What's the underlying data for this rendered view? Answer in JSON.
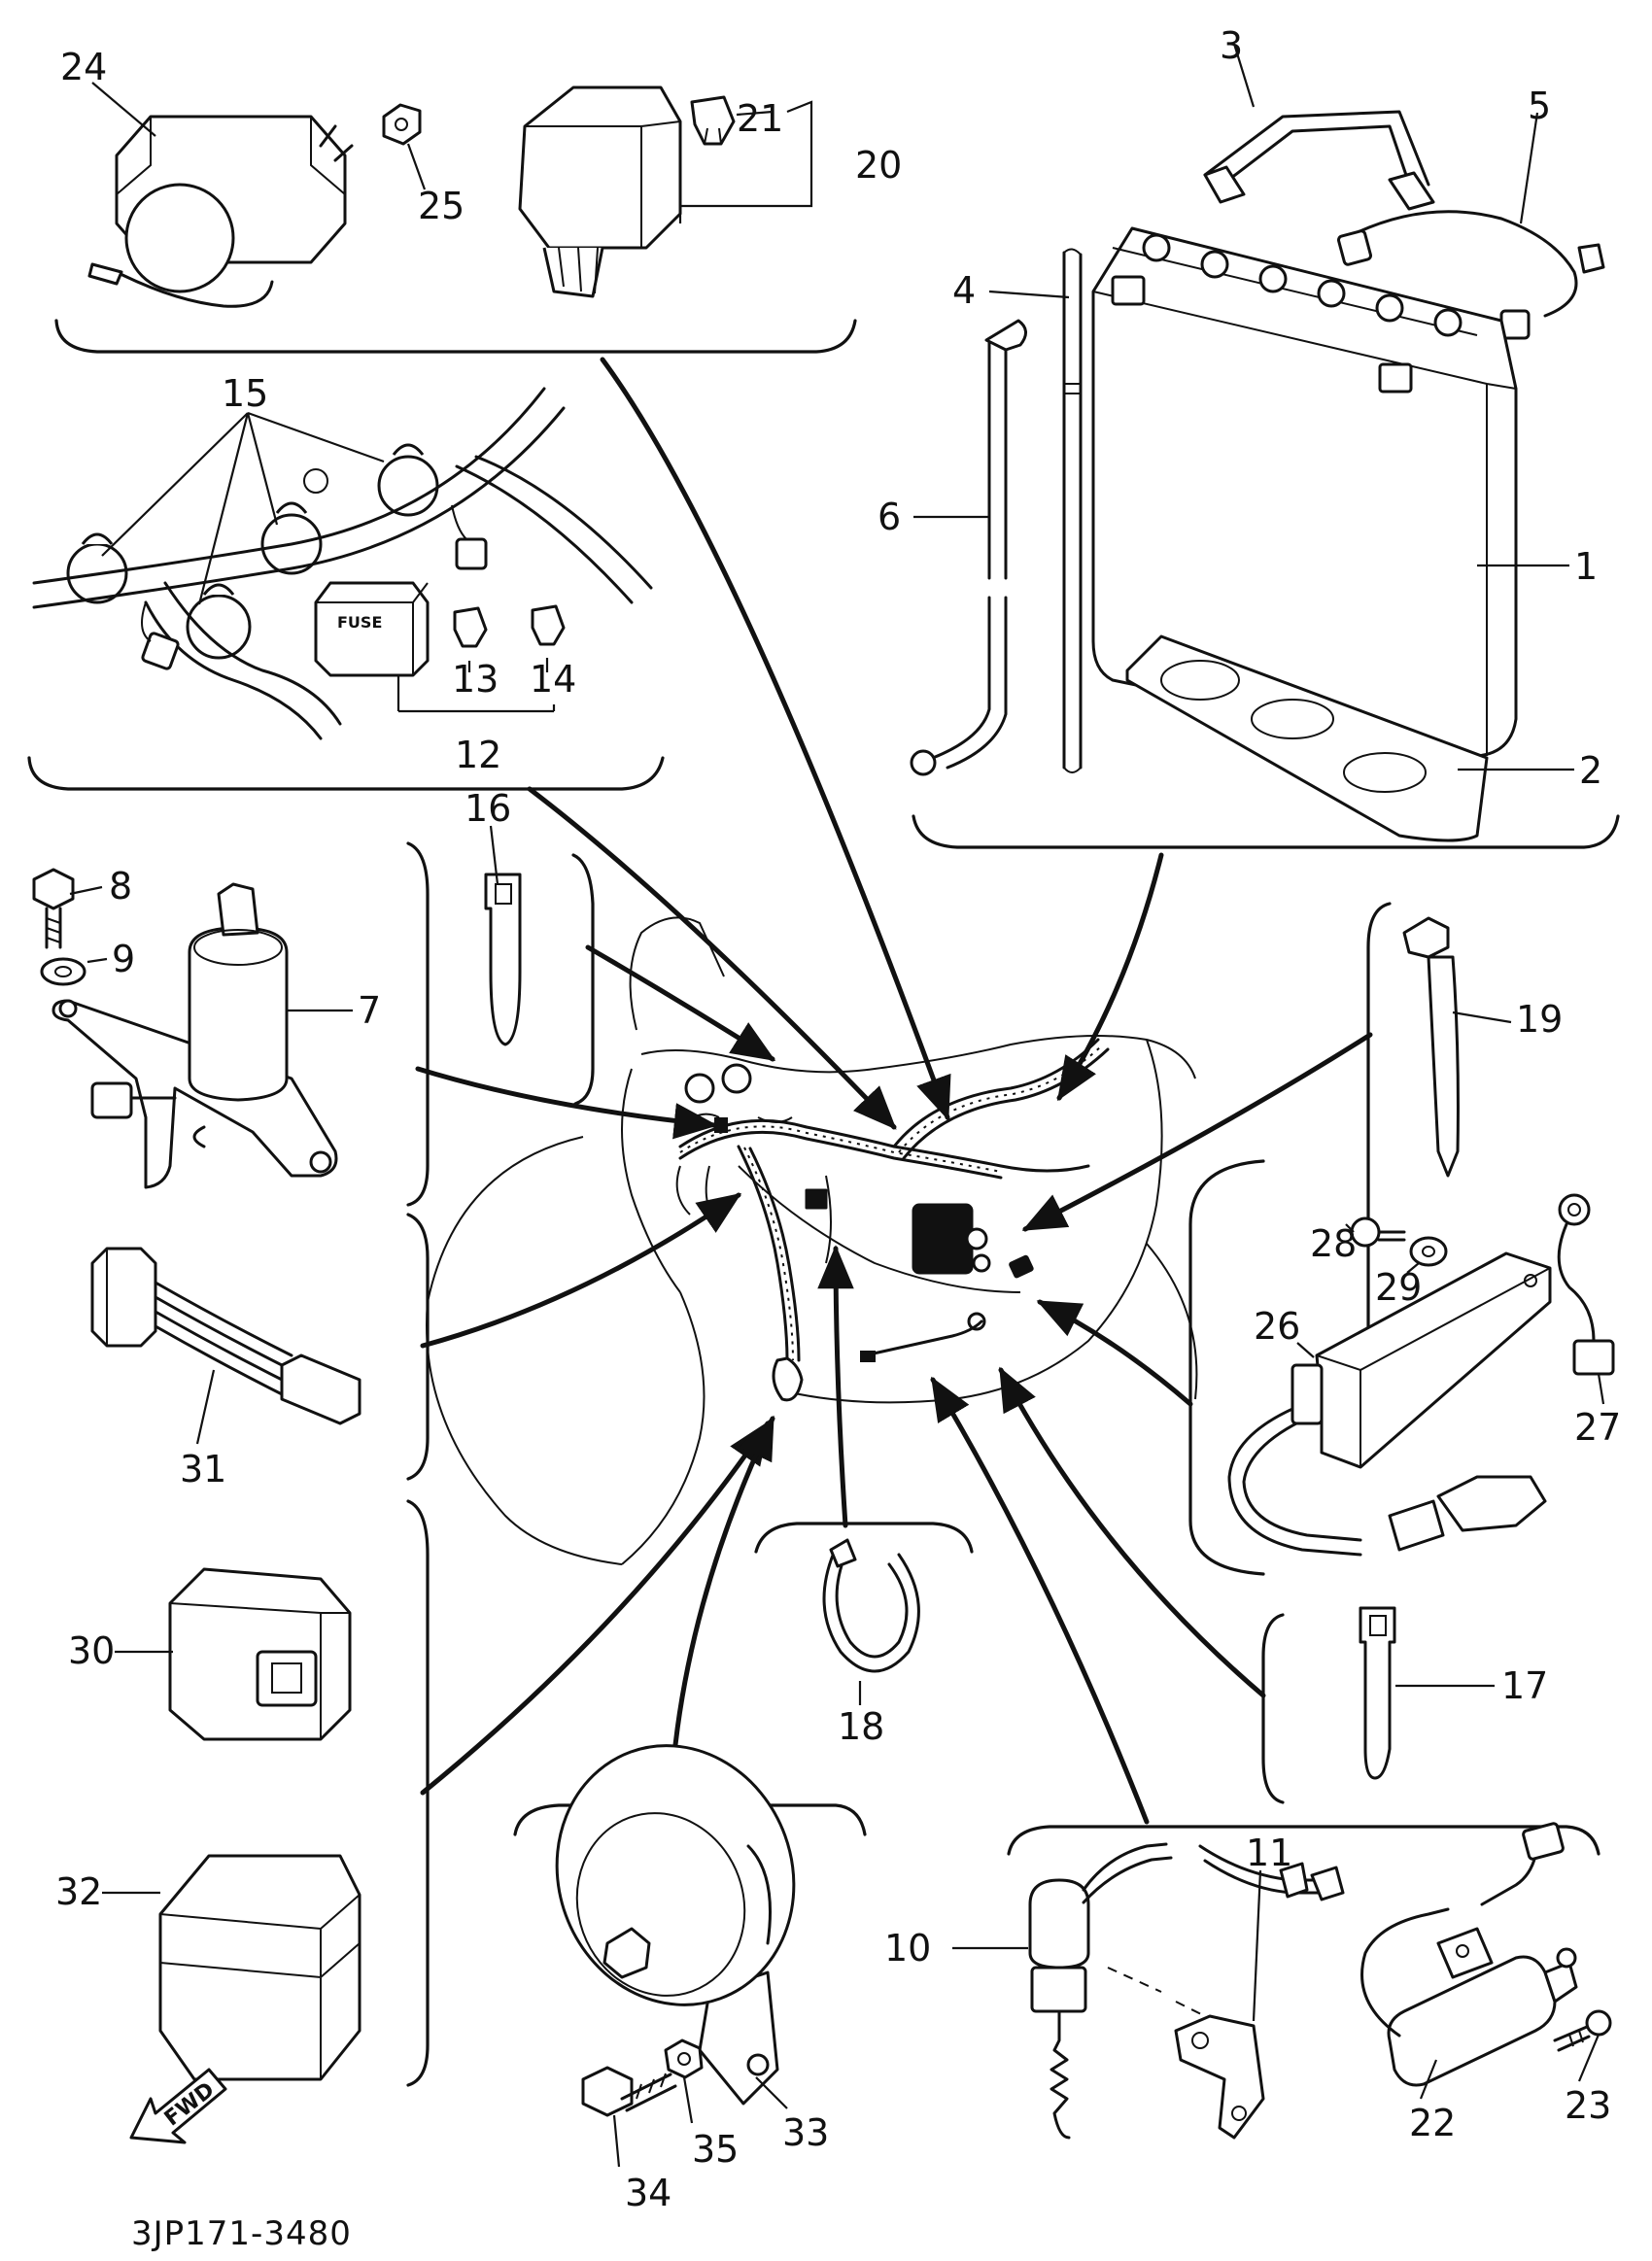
{
  "diagram": {
    "code": "3JP171-3480",
    "fwd_label": "FWD",
    "fuse_label": "FUSE",
    "callouts": [
      "1",
      "2",
      "3",
      "4",
      "5",
      "6",
      "7",
      "8",
      "9",
      "10",
      "11",
      "12",
      "13",
      "14",
      "15",
      "16",
      "17",
      "18",
      "19",
      "20",
      "21",
      "22",
      "23",
      "24",
      "25",
      "26",
      "27",
      "28",
      "29",
      "30",
      "31",
      "32",
      "33",
      "34",
      "35"
    ]
  }
}
